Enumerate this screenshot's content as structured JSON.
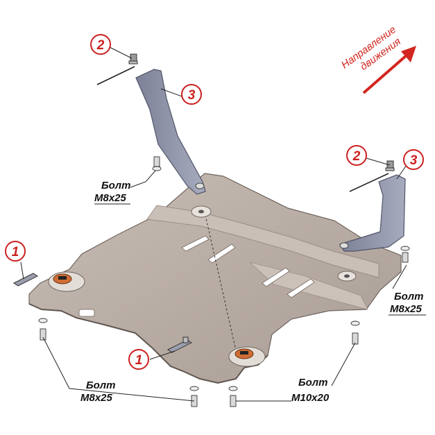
{
  "direction": {
    "line1": "Направление",
    "line2": "движения",
    "color": "#d3261f"
  },
  "callouts": [
    {
      "number": "1"
    },
    {
      "number": "1"
    },
    {
      "number": "2"
    },
    {
      "number": "2"
    },
    {
      "number": "3"
    },
    {
      "number": "3"
    }
  ],
  "bolt_labels": [
    {
      "line1": "Болт",
      "line2": "M8x25"
    },
    {
      "line1": "Болт",
      "line2": "M8x25"
    },
    {
      "line1": "Болт",
      "line2": "M8x25"
    },
    {
      "line1": "Болт",
      "line2": "M10x20"
    }
  ],
  "colors": {
    "plate": "#b9ada4",
    "plate_dark": "#9c9089",
    "bracket": "#8f93a8",
    "bushing": "#d0733a",
    "callout_ring": "#cc1f1f"
  }
}
